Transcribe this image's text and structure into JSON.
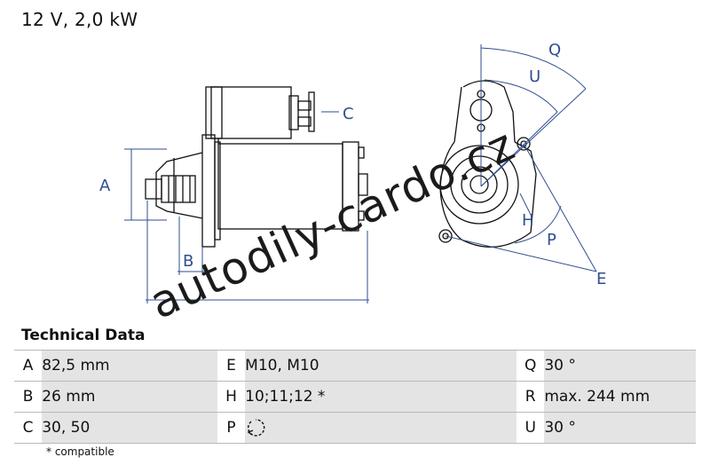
{
  "heading": "12 V, 2,0 kW",
  "watermark": "autodily-cardo.cz",
  "dim_labels": {
    "a": "A",
    "b": "B",
    "c": "C",
    "q": "Q",
    "u": "U",
    "h": "H",
    "p": "P",
    "e": "E"
  },
  "technical_data": {
    "title": "Technical Data",
    "rows": [
      {
        "k1": "A",
        "v1": "82,5 mm",
        "k2": "E",
        "v2": "M10, M10",
        "k3": "Q",
        "v3": "30 °"
      },
      {
        "k1": "B",
        "v1": "26 mm",
        "k2": "H",
        "v2": "10;11;12 *",
        "k3": "R",
        "v3": "max. 244 mm"
      },
      {
        "k1": "C",
        "v1": "30, 50",
        "k2": "P",
        "v2_icon": "counter-clockwise-rotation-icon",
        "k3": "U",
        "v3": "30 °"
      }
    ],
    "footnote": "* compatible"
  },
  "colors": {
    "line": "#111111",
    "dimension": "#2f4e8f",
    "cell_bg": "#e4e4e4"
  }
}
